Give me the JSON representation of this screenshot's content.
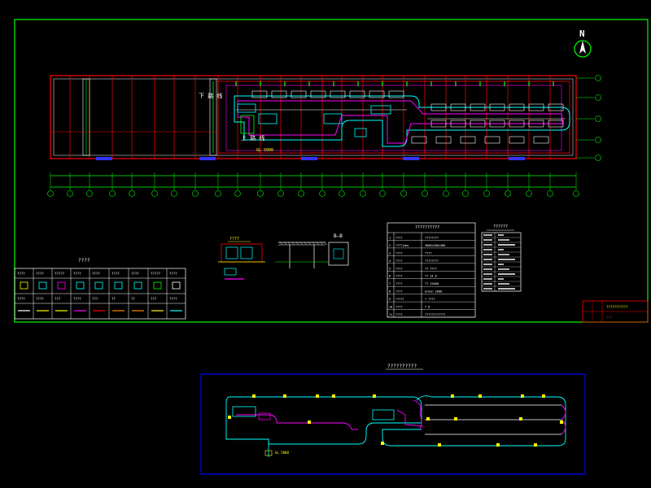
{
  "drawing": {
    "north_label": "N",
    "plan_label_lower": "上 路 线",
    "plan_label_upper": "下 路 线",
    "plan_note": "GL 5000",
    "section_label": "B—B",
    "detail_title": "????",
    "legend_title": "????",
    "spec_table_title": "??????????",
    "param_table_title": "??????",
    "title_block_name": "???????????",
    "title_block_mark": "???",
    "system_diagram_title": "??????????",
    "system_note": "GL 5000"
  },
  "legend": {
    "row1_headers": [
      "????",
      "????",
      "?????",
      "????",
      "????",
      "????",
      "????",
      "?????",
      "????"
    ],
    "row2_headers": [
      "????",
      "????",
      "???",
      "????",
      "???",
      "??",
      "??",
      "???",
      "????"
    ]
  },
  "spec_table": {
    "rows": [
      [
        "1",
        "????",
        "????????"
      ],
      [
        "2",
        "????(mm)",
        "3000×400×480"
      ],
      [
        "3",
        "????",
        "????"
      ],
      [
        "4",
        "????",
        "????????"
      ],
      [
        "5",
        "????",
        "??",
        "????"
      ],
      [
        "6",
        "????",
        "??",
        "14.8"
      ],
      [
        "7",
        "????",
        "??",
        "12000"
      ],
      [
        "8",
        "????",
        "m/min",
        "2000"
      ],
      [
        "9",
        "?????",
        "?",
        "????"
      ],
      [
        "10",
        "????",
        "?",
        "8"
      ],
      [
        "11",
        "????",
        "????????????"
      ]
    ]
  },
  "colors": {
    "frame": "#00ff00",
    "wall": "#ff0000",
    "conveyor": "#ff00ff",
    "equipment": "#00ffff",
    "text": "#ffffff",
    "note": "#ffff00",
    "system_border": "#0000ff"
  }
}
